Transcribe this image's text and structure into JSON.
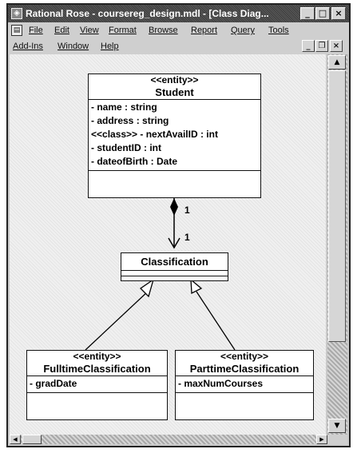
{
  "window": {
    "title": "Rational Rose - coursereg_design.mdl - [Class Diag...",
    "buttons": {
      "minimize": "_",
      "maximize": "□",
      "close": "×"
    }
  },
  "menus": {
    "row1": [
      "File",
      "Edit",
      "View",
      "Format",
      "Browse",
      "Report",
      "Query",
      "Tools"
    ],
    "row2": [
      "Add-Ins",
      "Window",
      "Help"
    ]
  },
  "mdi_buttons": {
    "minimize": "_",
    "restore": "❐",
    "close": "×"
  },
  "diagram": {
    "student": {
      "stereotype": "<<entity>>",
      "name": "Student",
      "attributes": [
        "- name : string",
        "- address : string",
        "<<class>> - nextAvailID : int",
        "- studentID : int",
        "- dateofBirth : Date"
      ]
    },
    "association": {
      "source_multiplicity": "1",
      "target_multiplicity": "1"
    },
    "classification": {
      "name": "Classification"
    },
    "fulltime": {
      "stereotype": "<<entity>>",
      "name": "FulltimeClassification",
      "attributes": [
        "- gradDate"
      ]
    },
    "parttime": {
      "stereotype": "<<entity>>",
      "name": "ParttimeClassification",
      "attributes": [
        "- maxNumCourses"
      ]
    }
  }
}
